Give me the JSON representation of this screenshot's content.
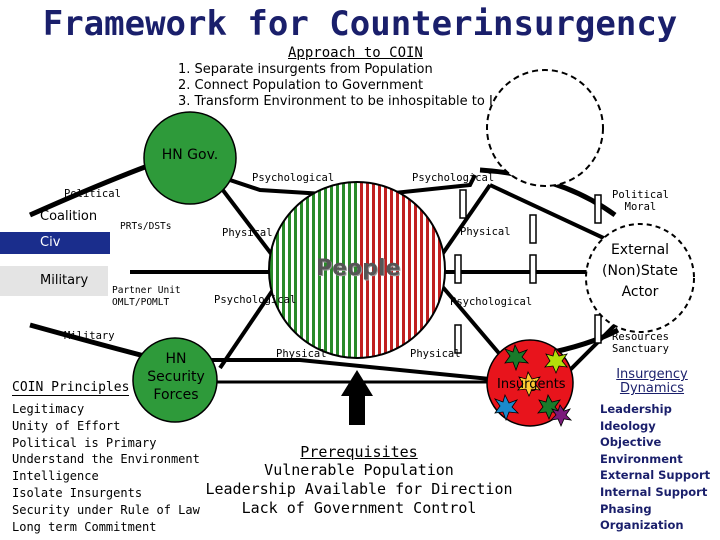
{
  "title": "Framework for Counterinsurgency",
  "approach": {
    "heading": "Approach to COIN",
    "items": [
      "1. Separate insurgents from Population",
      "2. Connect Population to Government",
      "3. Transform Environment to be inhospitable to Insurgents"
    ]
  },
  "nodes": {
    "hn_gov": "HN Gov.",
    "people": "People",
    "hn_security": [
      "HN",
      "Security",
      "Forces"
    ],
    "external": [
      "External",
      "(Non)State",
      "Actor"
    ],
    "insurgents": "Insurgents"
  },
  "links": {
    "psych_top_left": "Psychological",
    "psych_top_right": "Psychological",
    "political_left": "Political",
    "political_moral": [
      "Political",
      "Moral"
    ],
    "physical_left": "Physical",
    "physical_right": "Physical",
    "psych_mid_left": "Psychological",
    "psych_mid_right": "Psychological",
    "military": "Military",
    "physical_bottom_left": "Physical",
    "physical_bottom_right": "Physical",
    "resources_sanctuary": [
      "Resources",
      "Sanctuary"
    ]
  },
  "gov_elements": {
    "coalition": "Coalition",
    "prts": "PRTs/DSTs",
    "civ": "Civ",
    "military": "Military",
    "partner_unit": [
      "Partner Unit",
      "OMLT/POMLT"
    ]
  },
  "principles": {
    "heading": "COIN Principles",
    "items": [
      "Legitimacy",
      "Unity of Effort",
      "Political is Primary",
      "Understand the Environment",
      "Intelligence",
      "Isolate Insurgents",
      "Security under Rule of Law",
      "Long term Commitment"
    ]
  },
  "prerequisites": {
    "heading": "Prerequisites",
    "items": [
      "Vulnerable Population",
      "Leadership Available for Direction",
      "Lack of Government Control"
    ]
  },
  "dynamics": {
    "heading": "Insurgency Dynamics",
    "items": [
      "Leadership",
      "Ideology",
      "Objective",
      "Environment",
      "External Support",
      "Internal Support",
      "Phasing",
      "Organization"
    ]
  },
  "colors": {
    "title": "#1a1f6b",
    "hn_gov": "#2e9a3a",
    "people_green": "#2a8a2a",
    "people_red": "#c02020",
    "insurgents": "#e8141c",
    "link": "#000000"
  }
}
